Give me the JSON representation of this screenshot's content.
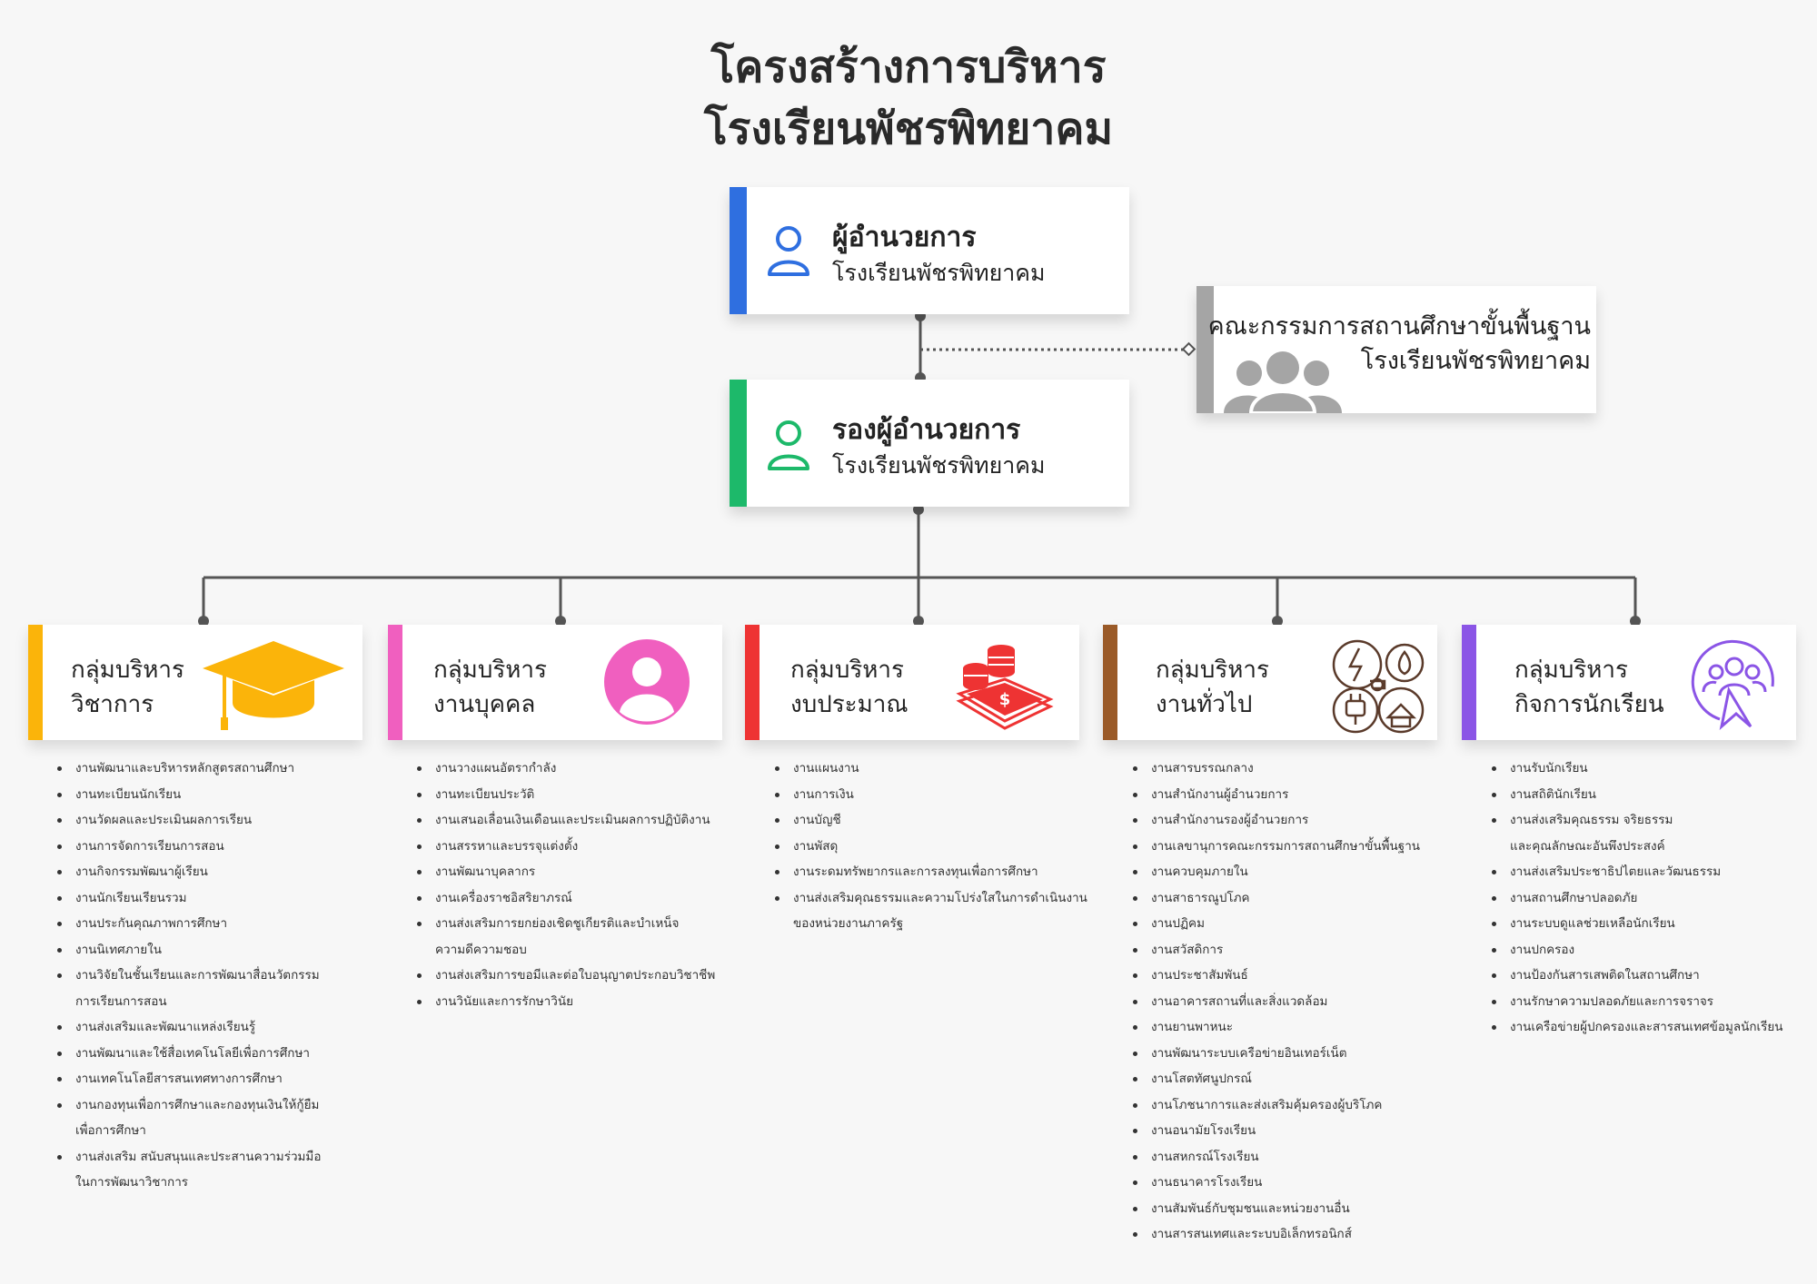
{
  "title": {
    "line1": "โครงสร้างการบริหาร",
    "line2": "โรงเรียนพัชรพิทยาคม"
  },
  "director": {
    "name": "ผู้อำนวยการ",
    "sub": "โรงเรียนพัชรพิทยาคม",
    "icon": "user-icon",
    "color": "#2f6fe0"
  },
  "deputy": {
    "name": "รองผู้อำนวยการ",
    "sub": "โรงเรียนพัชรพิทยาคม",
    "icon": "user-icon",
    "color": "#1db96a"
  },
  "board": {
    "name": "คณะกรรมการสถานศึกษาขั้นพื้นฐาน",
    "sub": "โรงเรียนพัชรพิทยาคม",
    "icon": "group-icon",
    "color": "#a5a5a5"
  },
  "groups": [
    {
      "name": "กลุ่มบริหาร\nวิชาการ",
      "color": "#fbb40a",
      "icon": "graduation-cap-icon",
      "tasks": [
        "งานพัฒนาและบริหารหลักสูตรสถานศึกษา",
        "งานทะเบียนนักเรียน",
        "งานวัดผลและประเมินผลการเรียน",
        "งานการจัดการเรียนการสอน",
        "งานกิจกรรมพัฒนาผู้เรียน",
        "งานนักเรียนเรียนรวม",
        "งานประกันคุณภาพการศึกษา",
        "งานนิเทศภายใน",
        "งานวิจัยในชั้นเรียนและการพัฒนาสื่อนวัตกรรม\nการเรียนการสอน",
        "งานส่งเสริมและพัฒนาแหล่งเรียนรู้",
        "งานพัฒนาและใช้สื่อเทคโนโลยีเพื่อการศึกษา",
        "งานเทคโนโลยีสารสนเทศทางการศึกษา",
        "งานกองทุนเพื่อการศึกษาและกองทุนเงินให้กู้ยืม\nเพื่อการศึกษา",
        "งานส่งเสริม สนับสนุนและประสานความร่วมมือ\nในการพัฒนาวิชาการ"
      ]
    },
    {
      "name": "กลุ่มบริหาร\nงานบุคคล",
      "color": "#f05fbf",
      "icon": "person-circle-icon",
      "tasks": [
        "งานวางแผนอัตรากำลัง",
        "งานทะเบียนประวัติ",
        "งานเสนอเลื่อนเงินเดือนและประเมินผลการปฏิบัติงาน",
        "งานสรรหาและบรรจุแต่งตั้ง",
        "งานพัฒนาบุคลากร",
        "งานเครื่องราชอิสริยาภรณ์",
        "งานส่งเสริมการยกย่องเชิดชูเกียรติและบำเหน็จ\nความดีความชอบ",
        "งานส่งเสริมการขอมีและต่อใบอนุญาตประกอบวิชาชีพ",
        "งานวินัยและการรักษาวินัย"
      ]
    },
    {
      "name": "กลุ่มบริหาร\nงบประมาณ",
      "color": "#ee3333",
      "icon": "money-coins-icon",
      "tasks": [
        "งานแผนงาน",
        "งานการเงิน",
        "งานบัญชี",
        "งานพัสดุ",
        "งานระดมทรัพยากรและการลงทุนเพื่อการศึกษา",
        "งานส่งเสริมคุณธรรมและความโปร่งใสในการดำเนินงาน\nของหน่วยงานภาครัฐ"
      ]
    },
    {
      "name": "กลุ่มบริหาร\nงานทั่วไป",
      "color": "#9a5a28",
      "icon": "utilities-icon",
      "tasks": [
        "งานสารบรรณกลาง",
        "งานสำนักงานผู้อำนวยการ",
        "งานสำนักงานรองผู้อำนวยการ",
        "งานเลขานุการคณะกรรมการสถานศึกษาขั้นพื้นฐาน",
        "งานควบคุมภายใน",
        "งานสาธารณูปโภค",
        "งานปฏิคม",
        "งานสวัสดิการ",
        "งานประชาสัมพันธ์",
        "งานอาคารสถานที่และสิ่งแวดล้อม",
        "งานยานพาหนะ",
        "งานพัฒนาระบบเครือข่ายอินเทอร์เน็ต",
        "งานโสตทัศนูปกรณ์",
        "งานโภชนาการและส่งเสริมคุ้มครองผู้บริโภค",
        "งานอนามัยโรงเรียน",
        "งานสหกรณ์โรงเรียน",
        "งานธนาคารโรงเรียน",
        "งานสัมพันธ์กับชุมชนและหน่วยงานอื่น",
        "งานสารสนเทศและระบบอิเล็กทรอนิกส์"
      ]
    },
    {
      "name": "กลุ่มบริหาร\nกิจการนักเรียน",
      "color": "#8b55e6",
      "icon": "students-pointer-icon",
      "tasks": [
        "งานรับนักเรียน",
        "งานสถิตินักเรียน",
        "งานส่งเสริมคุณธรรม จริยธรรม\nและคุณลักษณะอันพึงประสงค์",
        "งานส่งเสริมประชาธิปไตยและวัฒนธรรม",
        "งานสถานศึกษาปลอดภัย",
        "งานระบบดูแลช่วยเหลือนักเรียน",
        "งานปกครอง",
        "งานป้องกันสารเสพติดในสถานศึกษา",
        "งานรักษาความปลอดภัยและการจราจร",
        "งานเครือข่ายผู้ปกครองและสารสนเทศข้อมูลนักเรียน"
      ]
    }
  ]
}
